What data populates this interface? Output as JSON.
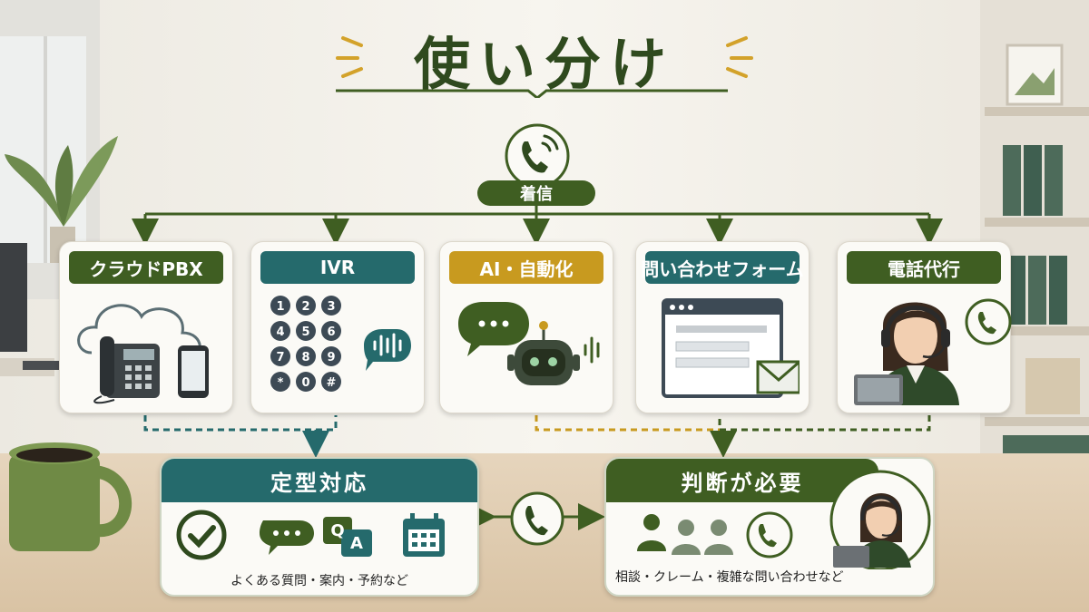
{
  "title": "使い分け",
  "incoming_label": "着信",
  "colors": {
    "dark_green": "#3f5e22",
    "teal": "#256a6c",
    "mustard": "#c89a1f"
  },
  "channels": [
    {
      "label": "クラウドPBX",
      "color": "#3f5e22",
      "icon": "cloud-phone-icon"
    },
    {
      "label": "IVR",
      "color": "#256a6c",
      "icon": "keypad-icon"
    },
    {
      "label": "AI・自動化",
      "color": "#c89a1f",
      "icon": "robot-chat-icon"
    },
    {
      "label": "問い合わせフォーム",
      "color": "#256a6c",
      "icon": "web-form-icon"
    },
    {
      "label": "電話代行",
      "color": "#3f5e22",
      "icon": "operator-icon"
    }
  ],
  "keypad": [
    "1",
    "2",
    "3",
    "4",
    "5",
    "6",
    "7",
    "8",
    "9",
    "*",
    "0",
    "#"
  ],
  "routine": {
    "title": "定型対応",
    "caption": "よくある質問・案内・予約など",
    "qa_q": "Q",
    "qa_a": "A"
  },
  "judgment": {
    "title": "判断が必要",
    "caption": "相談・クレーム・複雑な問い合わせなど"
  }
}
